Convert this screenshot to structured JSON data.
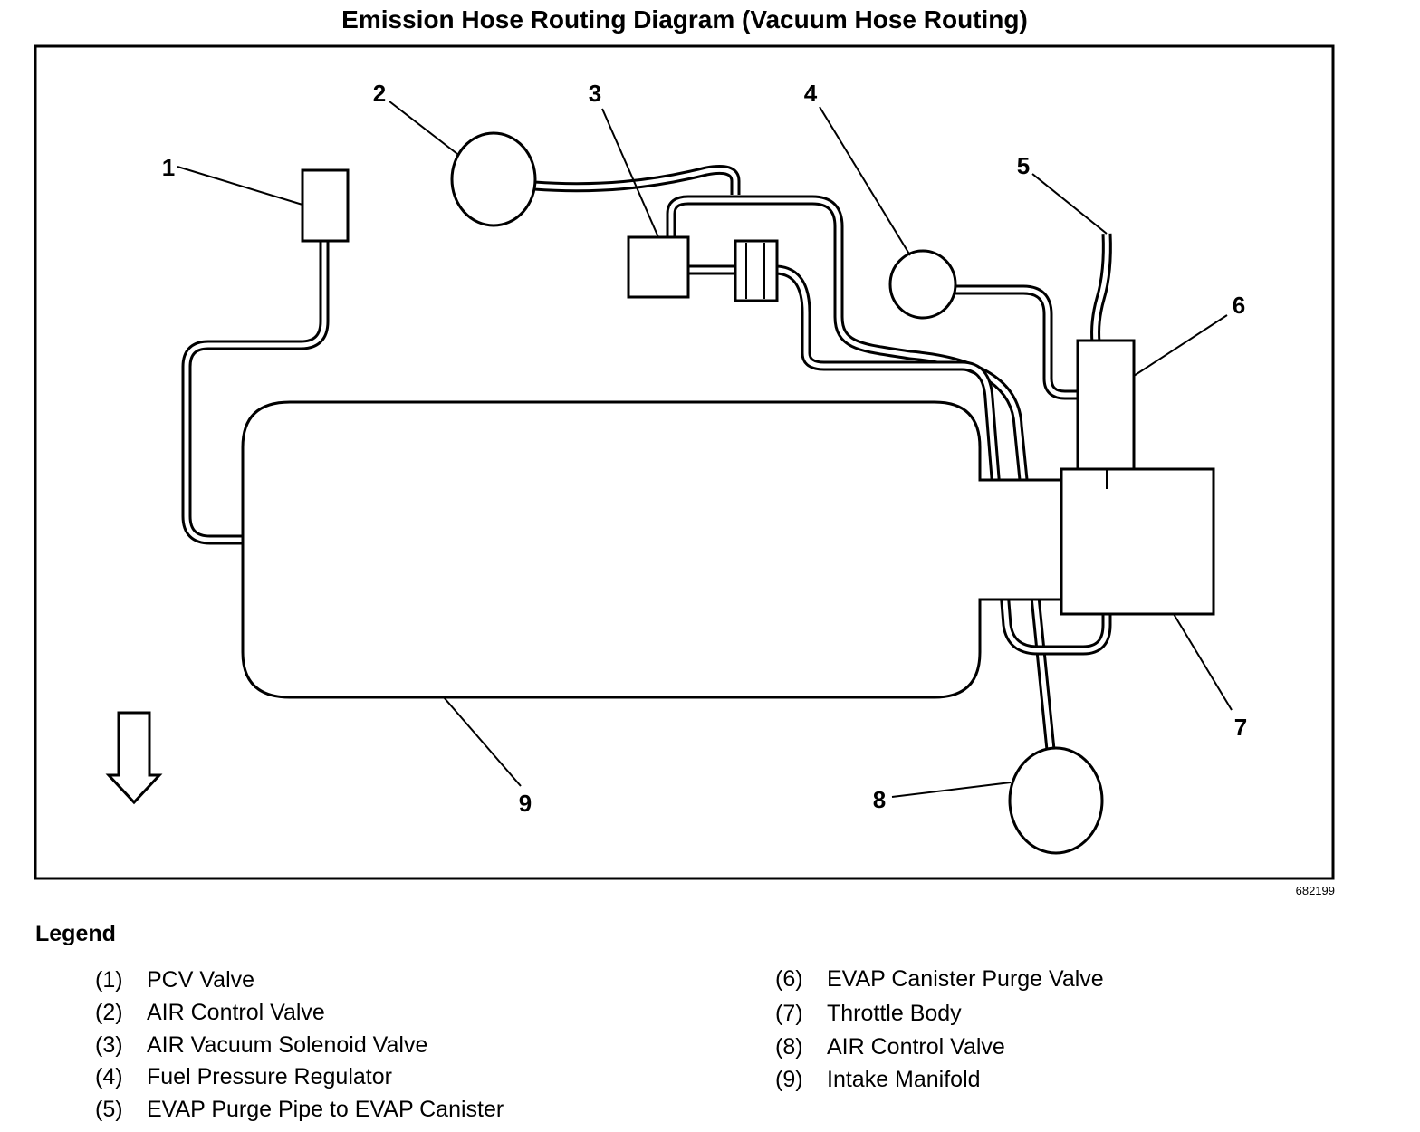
{
  "title": "Emission Hose Routing Diagram (Vacuum Hose Routing)",
  "figure_id": "682199",
  "callouts": [
    "1",
    "2",
    "3",
    "4",
    "5",
    "6",
    "7",
    "8",
    "9"
  ],
  "legend": {
    "heading": "Legend",
    "items": [
      {
        "num": "(1)",
        "label": "PCV Valve"
      },
      {
        "num": "(2)",
        "label": "AIR Control Valve"
      },
      {
        "num": "(3)",
        "label": "AIR Vacuum Solenoid Valve"
      },
      {
        "num": "(4)",
        "label": "Fuel Pressure Regulator"
      },
      {
        "num": "(5)",
        "label": "EVAP Purge Pipe to EVAP Canister"
      },
      {
        "num": "(6)",
        "label": "EVAP Canister Purge Valve"
      },
      {
        "num": "(7)",
        "label": "Throttle Body"
      },
      {
        "num": "(8)",
        "label": "AIR Control Valve"
      },
      {
        "num": "(9)",
        "label": "Intake Manifold"
      }
    ]
  }
}
